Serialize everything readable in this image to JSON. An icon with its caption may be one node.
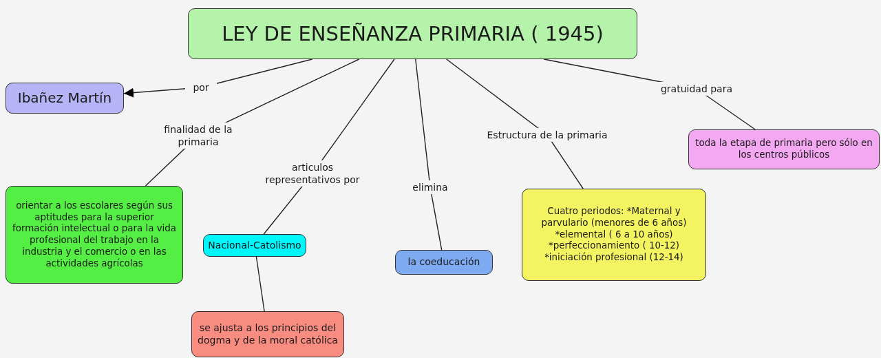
{
  "diagram": {
    "nodes": [
      {
        "text": [
          "LEY DE ENSEÑANZA PRIMARIA ( 1945)"
        ]
      },
      {
        "text": [
          "Ibañez Martín"
        ]
      },
      {
        "text": [
          "orientar a los escolares según sus aptitudes para la superior formación intelectual o para la vida profesional del trabajo en la industria y el comercio o en las actividades agrícolas"
        ]
      },
      {
        "text": [
          "Nacional-Catolismo"
        ]
      },
      {
        "text": [
          "la coeducación"
        ]
      },
      {
        "text": [
          "Cuatro periodos: *Maternal y parvulario (menores de 6 años) *elemental ( 6 a 10 años) *perfeccionamiento ( 10-12) *iniciación profesional (12-14)"
        ]
      },
      {
        "text": [
          "toda la etapa de primaria pero sólo en los centros públicos"
        ]
      },
      {
        "text": [
          "se ajusta a los principios del dogma y de la moral católica"
        ]
      }
    ],
    "edges": [
      {
        "from": 0,
        "to": 1,
        "arrow": "to",
        "label": "por"
      },
      {
        "from": 0,
        "to": 2,
        "arrow": "none",
        "label": "finalidad de la primaria"
      },
      {
        "from": 0,
        "to": 3,
        "arrow": "none",
        "label": "articulos representativos por"
      },
      {
        "from": 0,
        "to": 4,
        "arrow": "none",
        "label": "elimina"
      },
      {
        "from": 0,
        "to": 5,
        "arrow": "none",
        "label": "Estructura de la primaria"
      },
      {
        "from": 0,
        "to": 6,
        "arrow": "none",
        "label": "gratuidad para"
      },
      {
        "from": 3,
        "to": 7,
        "arrow": "none"
      }
    ]
  }
}
